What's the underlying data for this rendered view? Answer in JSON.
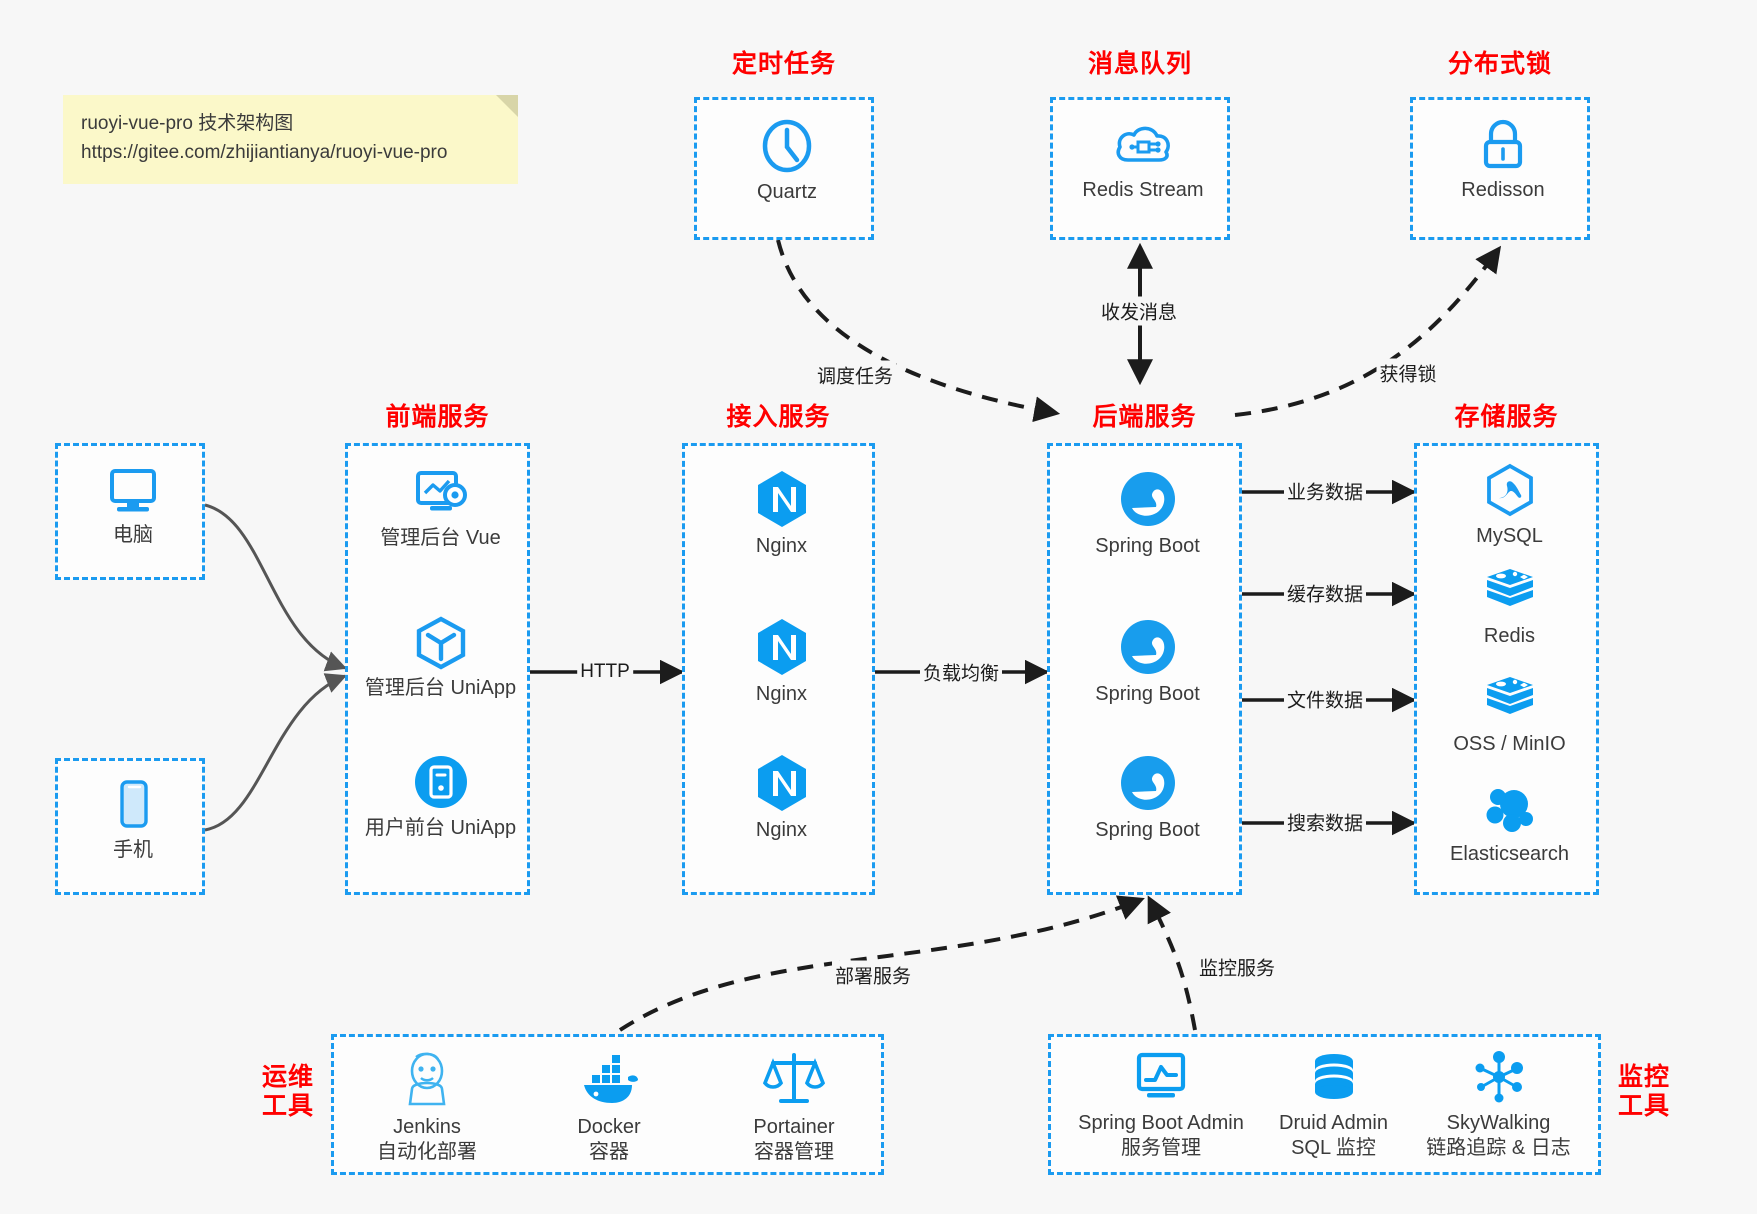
{
  "note": {
    "line1": "ruoyi-vue-pro 技术架构图",
    "line2": "https://gitee.com/zhijiantianya/ruoyi-vue-pro"
  },
  "groups": {
    "scheduler": {
      "title": "定时任务",
      "icon": "clock-icon"
    },
    "mq": {
      "title": "消息队列",
      "icon": "cloud-queue-icon"
    },
    "lock": {
      "title": "分布式锁",
      "icon": "lock-icon"
    },
    "clients": {
      "title": ""
    },
    "frontend": {
      "title": "前端服务"
    },
    "gateway": {
      "title": "接入服务"
    },
    "backend": {
      "title": "后端服务"
    },
    "storage": {
      "title": "存储服务"
    },
    "devops": {
      "title": "运维\n工具",
      "title_l1": "运维",
      "title_l2": "工具"
    },
    "monitor": {
      "title": "监控\n工具",
      "title_l1": "监控",
      "title_l2": "工具"
    }
  },
  "nodes": {
    "quartz": {
      "label": "Quartz",
      "icon": "clock-icon"
    },
    "redis_stream": {
      "label": "Redis Stream",
      "icon": "cloud-queue-icon"
    },
    "redisson": {
      "label": "Redisson",
      "icon": "lock-icon"
    },
    "pc": {
      "label": "电脑",
      "icon": "desktop-icon"
    },
    "phone": {
      "label": "手机",
      "icon": "mobile-icon"
    },
    "admin_vue": {
      "label": "管理后台 Vue",
      "icon": "dashboard-icon"
    },
    "admin_uniapp": {
      "label": "管理后台 UniApp",
      "icon": "cube-icon"
    },
    "user_uniapp": {
      "label": "用户前台 UniApp",
      "icon": "app-icon"
    },
    "nginx1": {
      "label": "Nginx",
      "icon": "nginx-icon"
    },
    "nginx2": {
      "label": "Nginx",
      "icon": "nginx-icon"
    },
    "nginx3": {
      "label": "Nginx",
      "icon": "nginx-icon"
    },
    "boot1": {
      "label": "Spring Boot",
      "icon": "spring-icon"
    },
    "boot2": {
      "label": "Spring Boot",
      "icon": "spring-icon"
    },
    "boot3": {
      "label": "Spring Boot",
      "icon": "spring-icon"
    },
    "mysql": {
      "label": "MySQL",
      "icon": "mysql-icon"
    },
    "redis": {
      "label": "Redis",
      "icon": "redis-icon"
    },
    "oss": {
      "label": "OSS / MinIO",
      "icon": "redis-icon"
    },
    "es": {
      "label": "Elasticsearch",
      "icon": "elasticsearch-icon"
    },
    "jenkins": {
      "label": "Jenkins",
      "sublabel": "自动化部署",
      "icon": "jenkins-icon"
    },
    "docker": {
      "label": "Docker",
      "sublabel": "容器",
      "icon": "docker-icon"
    },
    "portainer": {
      "label": "Portainer",
      "sublabel": "容器管理",
      "icon": "scales-icon"
    },
    "sba": {
      "label": "Spring Boot Admin",
      "sublabel": "服务管理",
      "icon": "monitor-chart-icon"
    },
    "druid": {
      "label": "Druid Admin",
      "sublabel": "SQL 监控",
      "icon": "database-icon"
    },
    "skywalking": {
      "label": "SkyWalking",
      "sublabel": "链路追踪 & 日志",
      "icon": "network-icon"
    }
  },
  "edges": [
    {
      "id": "e_http",
      "label": "HTTP"
    },
    {
      "id": "e_lb",
      "label": "负载均衡"
    },
    {
      "id": "e_sched",
      "label": "调度任务"
    },
    {
      "id": "e_mq",
      "label": "收发消息"
    },
    {
      "id": "e_lock",
      "label": "获得锁"
    },
    {
      "id": "e_biz",
      "label": "业务数据"
    },
    {
      "id": "e_cache",
      "label": "缓存数据"
    },
    {
      "id": "e_file",
      "label": "文件数据"
    },
    {
      "id": "e_search",
      "label": "搜索数据"
    },
    {
      "id": "e_deploy",
      "label": "部署服务"
    },
    {
      "id": "e_watch",
      "label": "监控服务"
    }
  ],
  "colors": {
    "accent": "#1b9bf0",
    "title": "#ff0000",
    "background": "#f7f7f7",
    "box_fill": "#fdfdfd",
    "note_fill": "#fbf8c9",
    "solid_edge": "#1c1c1c",
    "client_edge": "#555555"
  }
}
